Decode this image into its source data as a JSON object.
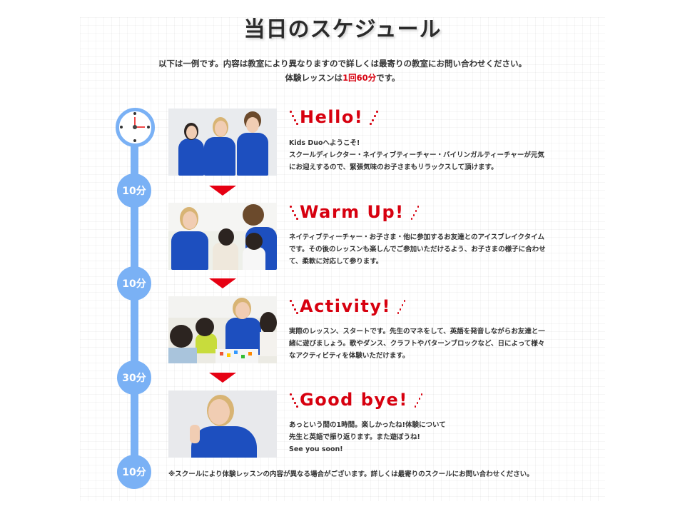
{
  "page": {
    "title": "当日のスケジュール",
    "intro_line1": "以下は一例です。内容は教室により異なりますので詳しくは最寄りの教室にお問い合わせください。",
    "intro_line2_prefix": "体験レッスンは",
    "intro_line2_highlight": "1回60分",
    "intro_line2_suffix": "です。"
  },
  "colors": {
    "accent_red": "#d7000f",
    "arrow_red": "#e60012",
    "timeline_blue": "#7ab1f5",
    "text": "#333333"
  },
  "timeline": {
    "start_icon": "clock-icon",
    "durations": [
      "10分",
      "10分",
      "30分",
      "10分"
    ]
  },
  "steps": [
    {
      "title": "Hello!",
      "image": "three staff in blue polo shirts",
      "lines": [
        "Kids Duoへようこそ!",
        "スクールディレクター・ネイティブティーチャー・バイリンガルティーチャーが元気",
        "にお迎えするので、緊張気味のお子さまもリラックスして頂けます。"
      ]
    },
    {
      "title": "Warm Up!",
      "image": "teachers chatting with children",
      "lines": [
        "ネイティブティーチャー・お子さま・他に参加するお友達とのアイスブレイクタイム",
        "です。その後のレッスンも楽しんでご参加いただけるよう、お子さまの様子に合わせ",
        "て、柔軟に対応して参ります。"
      ]
    },
    {
      "title": "Activity!",
      "image": "children playing with blocks with teacher",
      "lines": [
        "実際のレッスン、スタートです。先生のマネをして、英語を発音しながらお友達と一",
        "緒に遊びましょう。歌やダンス、クラフトやパターンブロックなど、日によって様々",
        "なアクティビティを体験いただけます。"
      ]
    },
    {
      "title": "Good bye!",
      "image": "teacher giving thumbs up",
      "lines": [
        "あっという間の1時間。楽しかったね!体験について",
        "先生と英語で振り返ります。また遊ぼうね!",
        "See you soon!"
      ]
    }
  ],
  "footnote": "※スクールにより体験レッスンの内容が異なる場合がございます。詳しくは最寄りのスクールにお問い合わせください。"
}
